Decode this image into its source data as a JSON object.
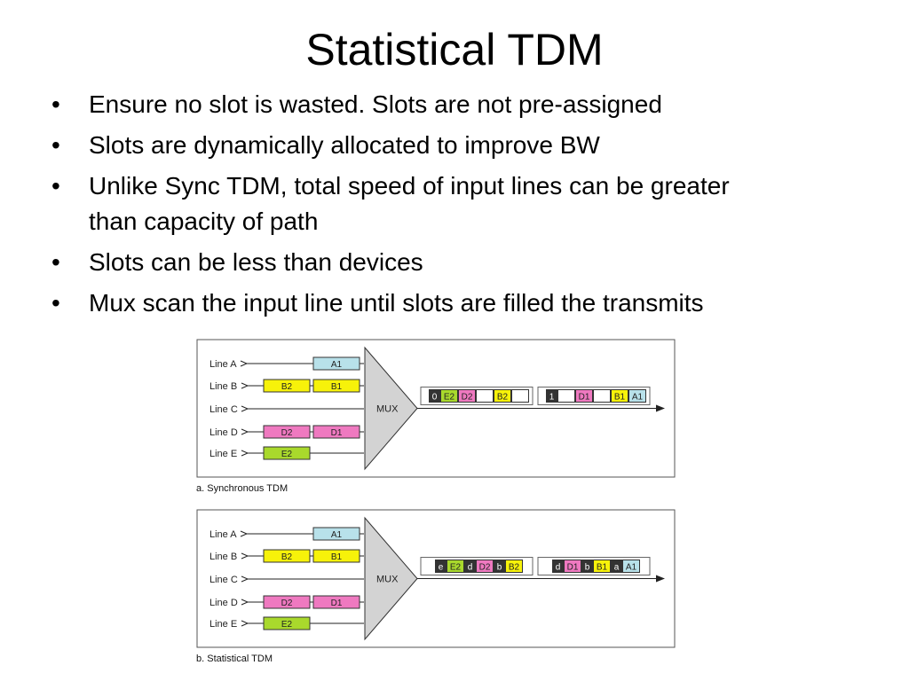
{
  "title": "Statistical TDM",
  "bullets": [
    "Ensure no slot is wasted. Slots are not pre-assigned",
    "Slots are dynamically allocated to improve BW",
    "Unlike Sync TDM, total speed of input lines can be greater than capacity of path",
    "Slots can be less than devices",
    "Mux scan the input line until slots are filled the transmits"
  ],
  "bullet_glyph": "•",
  "colors": {
    "a": "#b8e1ea",
    "b": "#f7f20a",
    "d": "#ef79c0",
    "e": "#a9d92c",
    "dark": "#333333",
    "mux": "#d3d3d3",
    "frame_border": "#555555"
  },
  "diagrams": {
    "sync": {
      "caption": "a. Synchronous TDM",
      "mux_label": "MUX",
      "lines": [
        {
          "label": "Line A",
          "units": [
            "A1"
          ],
          "color": "a"
        },
        {
          "label": "Line B",
          "units": [
            "B2",
            "B1"
          ],
          "color": "b"
        },
        {
          "label": "Line C",
          "units": [],
          "color": "none"
        },
        {
          "label": "Line D",
          "units": [
            "D2",
            "D1"
          ],
          "color": "d"
        },
        {
          "label": "Line E",
          "units": [
            "E2"
          ],
          "color": "e"
        }
      ],
      "frames": [
        [
          {
            "text": "0",
            "color": "dark"
          },
          {
            "text": "E2",
            "color": "e"
          },
          {
            "text": "D2",
            "color": "d"
          },
          {
            "text": "",
            "color": "empty"
          },
          {
            "text": "B2",
            "color": "b"
          },
          {
            "text": "",
            "color": "empty"
          }
        ],
        [
          {
            "text": "1",
            "color": "dark"
          },
          {
            "text": "",
            "color": "empty"
          },
          {
            "text": "D1",
            "color": "d"
          },
          {
            "text": "",
            "color": "empty"
          },
          {
            "text": "B1",
            "color": "b"
          },
          {
            "text": "A1",
            "color": "a"
          }
        ]
      ]
    },
    "stat": {
      "caption": "b. Statistical TDM",
      "mux_label": "MUX",
      "lines": [
        {
          "label": "Line A",
          "units": [
            "A1"
          ],
          "color": "a"
        },
        {
          "label": "Line B",
          "units": [
            "B2",
            "B1"
          ],
          "color": "b"
        },
        {
          "label": "Line C",
          "units": [],
          "color": "none"
        },
        {
          "label": "Line D",
          "units": [
            "D2",
            "D1"
          ],
          "color": "d"
        },
        {
          "label": "Line E",
          "units": [
            "E2"
          ],
          "color": "e"
        }
      ],
      "frames": [
        [
          {
            "text": "e",
            "color": "dark"
          },
          {
            "text": "E2",
            "color": "e"
          },
          {
            "text": "d",
            "color": "dark"
          },
          {
            "text": "D2",
            "color": "d"
          },
          {
            "text": "b",
            "color": "dark"
          },
          {
            "text": "B2",
            "color": "b"
          }
        ],
        [
          {
            "text": "d",
            "color": "dark"
          },
          {
            "text": "D1",
            "color": "d"
          },
          {
            "text": "b",
            "color": "dark"
          },
          {
            "text": "B1",
            "color": "b"
          },
          {
            "text": "a",
            "color": "dark"
          },
          {
            "text": "A1",
            "color": "a"
          }
        ]
      ]
    }
  }
}
